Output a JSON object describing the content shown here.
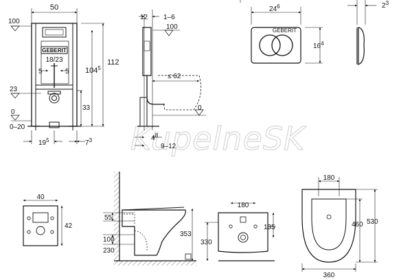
{
  "watermark": "KupelneSK",
  "frame_front": {
    "logo": "GEBERIT",
    "width": "50",
    "top_level": "100",
    "flush_pipe": "18/23",
    "left_gap": "5",
    "right_gap": "5",
    "total_height": "112",
    "inner_height_base": "104",
    "inner_height_sup": "5",
    "drain_height": "23",
    "outlet_height": "33",
    "floor_zero": "0",
    "floor_range": "0–20",
    "left_offset_base": "19",
    "left_offset_sup": "5",
    "right_offset_base": "7",
    "right_offset_sup": "3"
  },
  "frame_side": {
    "top_offset": "12",
    "range": "1–6",
    "level": "100",
    "reach": "≤ 62",
    "floor": "0",
    "depth_base": "4",
    "depth_sup": "8",
    "depth_range": "9–12"
  },
  "button": {
    "width_base": "24",
    "width_sup": "6",
    "height_base": "16",
    "height_sup": "4",
    "depth_base": "2",
    "depth_sup": "3",
    "logo": "GEBERIT"
  },
  "wall_opening": {
    "width": "40",
    "height": "42"
  },
  "wc_side": {
    "top_offset": "55",
    "pipe_height": "100",
    "floor_offset": "230",
    "total_height": "353"
  },
  "wc_front": {
    "width": "180",
    "side": "135",
    "height": "330"
  },
  "wc_top": {
    "inner_width": "180",
    "length": "460",
    "total_length": "530",
    "width": "360"
  }
}
